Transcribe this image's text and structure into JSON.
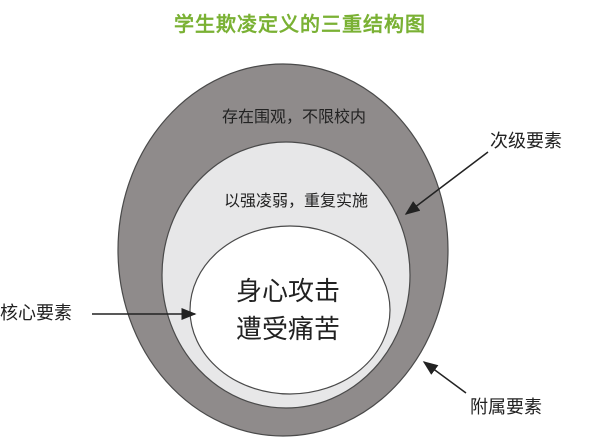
{
  "title": "学生欺凌定义的三重结构图",
  "rings": {
    "outer_text": "存在围观，不限校内",
    "middle_text": "以强凌弱，重复实施",
    "inner_line1": "身心攻击",
    "inner_line2": "遭受痛苦"
  },
  "labels": {
    "secondary": "次级要素",
    "core": "核心要素",
    "auxiliary": "附属要素"
  },
  "colors": {
    "title": "#7ab134",
    "outer_ring": "#8f8b8b",
    "middle_ring": "#e7e7e8",
    "inner_circle": "#ffffff",
    "stroke": "#4a4a4a",
    "text": "#222222"
  }
}
